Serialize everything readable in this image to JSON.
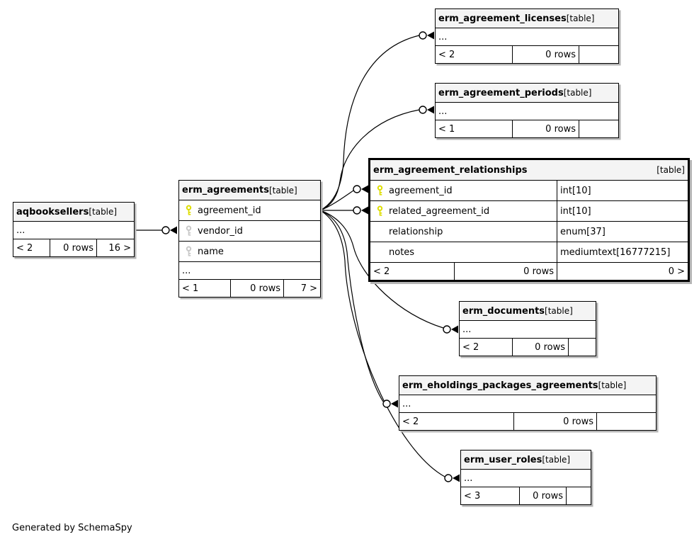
{
  "footer_note": "Generated by SchemaSpy",
  "colors": {
    "primary_key": "#dede00",
    "indexed_key": "#c8c8c8",
    "header_bg": "#f4f4f4",
    "border": "#000000"
  },
  "icons": {
    "primary_key": "key-icon",
    "indexed": "key-icon",
    "edge_terminator": "circle-arrow"
  },
  "tables": {
    "aqbooksellers": {
      "name": "aqbooksellers",
      "tag": "[table]",
      "ellipsis": "...",
      "footer": [
        "< 2",
        "0 rows",
        "16 >"
      ]
    },
    "erm_agreements": {
      "name": "erm_agreements",
      "tag": "[table]",
      "columns": [
        {
          "name": "agreement_id",
          "key": "primary"
        },
        {
          "name": "vendor_id",
          "key": "index"
        },
        {
          "name": "name",
          "key": "index"
        }
      ],
      "ellipsis": "...",
      "footer": [
        "< 1",
        "0 rows",
        "7 >"
      ]
    },
    "erm_agreement_licenses": {
      "name": "erm_agreement_licenses",
      "tag": "[table]",
      "ellipsis": "...",
      "footer": [
        "< 2",
        "0 rows",
        ""
      ]
    },
    "erm_agreement_periods": {
      "name": "erm_agreement_periods",
      "tag": "[table]",
      "ellipsis": "...",
      "footer": [
        "< 1",
        "0 rows",
        ""
      ]
    },
    "erm_agreement_relationships": {
      "name": "erm_agreement_relationships",
      "tag": "[table]",
      "columns": [
        {
          "name": "agreement_id",
          "type": "int[10]",
          "key": "primary"
        },
        {
          "name": "related_agreement_id",
          "type": "int[10]",
          "key": "primary"
        },
        {
          "name": "relationship",
          "type": "enum[37]",
          "key": ""
        },
        {
          "name": "notes",
          "type": "mediumtext[16777215]",
          "key": ""
        }
      ],
      "footer": [
        "< 2",
        "0 rows",
        "0 >"
      ]
    },
    "erm_documents": {
      "name": "erm_documents",
      "tag": "[table]",
      "ellipsis": "...",
      "footer": [
        "< 2",
        "0 rows",
        ""
      ]
    },
    "erm_eholdings_packages_agreements": {
      "name": "erm_eholdings_packages_agreements",
      "tag": "[table]",
      "ellipsis": "...",
      "footer": [
        "< 2",
        "0 rows",
        ""
      ]
    },
    "erm_user_roles": {
      "name": "erm_user_roles",
      "tag": "[table]",
      "ellipsis": "...",
      "footer": [
        "< 3",
        "0 rows",
        ""
      ]
    }
  },
  "edges": [
    {
      "from": "aqbooksellers",
      "to": "erm_agreements.vendor_id"
    },
    {
      "from": "erm_agreements.agreement_id",
      "to": "erm_agreement_licenses"
    },
    {
      "from": "erm_agreements.agreement_id",
      "to": "erm_agreement_periods"
    },
    {
      "from": "erm_agreements.agreement_id",
      "to": "erm_agreement_relationships.agreement_id"
    },
    {
      "from": "erm_agreements.agreement_id",
      "to": "erm_agreement_relationships.related_agreement_id"
    },
    {
      "from": "erm_agreements.agreement_id",
      "to": "erm_documents"
    },
    {
      "from": "erm_agreements.agreement_id",
      "to": "erm_eholdings_packages_agreements"
    },
    {
      "from": "erm_agreements.agreement_id",
      "to": "erm_user_roles"
    }
  ]
}
